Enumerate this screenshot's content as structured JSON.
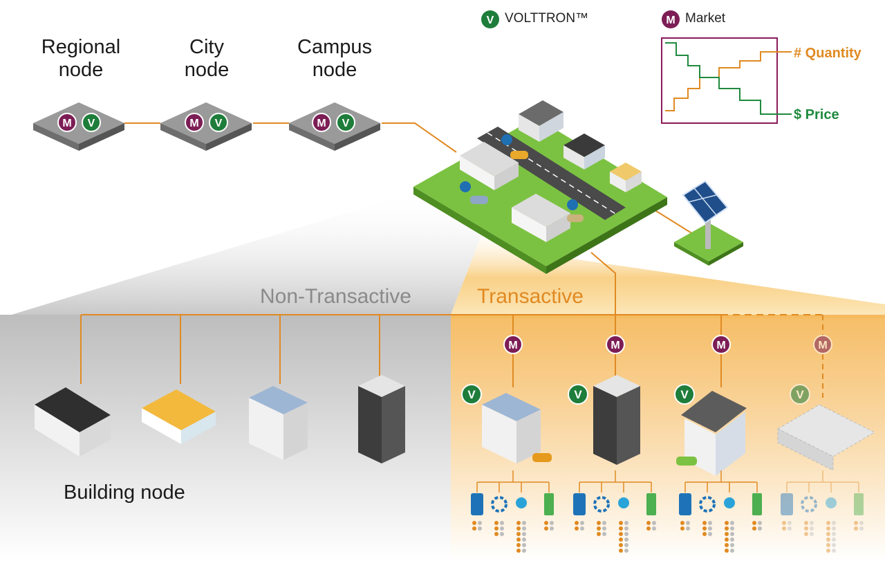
{
  "legend": {
    "volttron_letter": "V",
    "volttron_label": "VOLTTRON™",
    "market_letter": "M",
    "market_label": "Market"
  },
  "hierarchy": {
    "regional": "Regional\nnode",
    "city": "City\nnode",
    "campus": "Campus\nnode"
  },
  "badges": {
    "market": "M",
    "volttron": "V"
  },
  "inset_chart": {
    "quantity_label": "# Quantity",
    "price_label": "$ Price"
  },
  "bands": {
    "non_transactive": "Non-Transactive",
    "transactive": "Transactive"
  },
  "building_node_label": "Building node",
  "colors": {
    "market": "#7c1d55",
    "volttron": "#1e7d3a",
    "orange": "#e08a22",
    "chart_border": "#8a1a5a",
    "quantity": "#e08a22",
    "price": "#1f8a3e",
    "grass": "#7cc242"
  }
}
